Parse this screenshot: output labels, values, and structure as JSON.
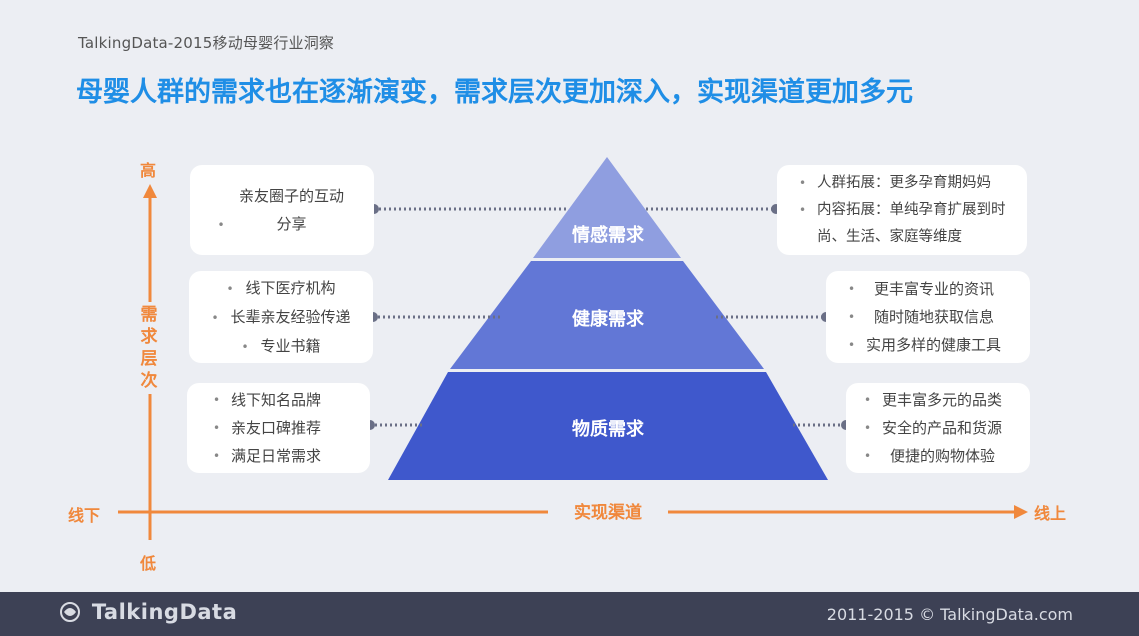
{
  "header": {
    "subtitle": "TalkingData-2015移动母婴行业洞察",
    "headline": "母婴人群的需求也在逐渐演变，需求层次更加深入，实现渠道更加多元"
  },
  "axes": {
    "y_high": "高",
    "y_low": "低",
    "y_title": "需\n求\n层\n次",
    "x_left": "线下",
    "x_right": "线上",
    "x_title": "实现渠道"
  },
  "pyramid": {
    "tiers": [
      {
        "name": "情感需求",
        "color": "#8f9ee0"
      },
      {
        "name": "健康需求",
        "color": "#6277d6"
      },
      {
        "name": "物质需求",
        "color": "#3f58cc"
      }
    ]
  },
  "offline": [
    {
      "items": [
        "亲友圈子的互动分享"
      ]
    },
    {
      "items": [
        "线下医疗机构",
        "长辈亲友经验传递",
        "专业书籍"
      ]
    },
    {
      "items": [
        "线下知名品牌",
        "亲友口碑推荐",
        "满足日常需求"
      ]
    }
  ],
  "online": [
    {
      "items": [
        "人群拓展：更多孕育期妈妈",
        "内容拓展：单纯孕育扩展到时尚、生活、家庭等维度"
      ]
    },
    {
      "items": [
        "更丰富专业的资讯",
        "随时随地获取信息",
        "实用多样的健康工具"
      ]
    },
    {
      "items": [
        "更丰富多元的品类",
        "安全的产品和货源",
        "便捷的购物体验"
      ]
    }
  ],
  "colors": {
    "accent_orange": "#f0883c",
    "headline_blue": "#1f8ee6",
    "connector": "#6a6f86",
    "footer_bg": "#3d4155"
  },
  "footer": {
    "logo": "TalkingData",
    "logo_icon": "talkingdata-logo-icon",
    "copyright": "2011-2015 © TalkingData.com"
  }
}
